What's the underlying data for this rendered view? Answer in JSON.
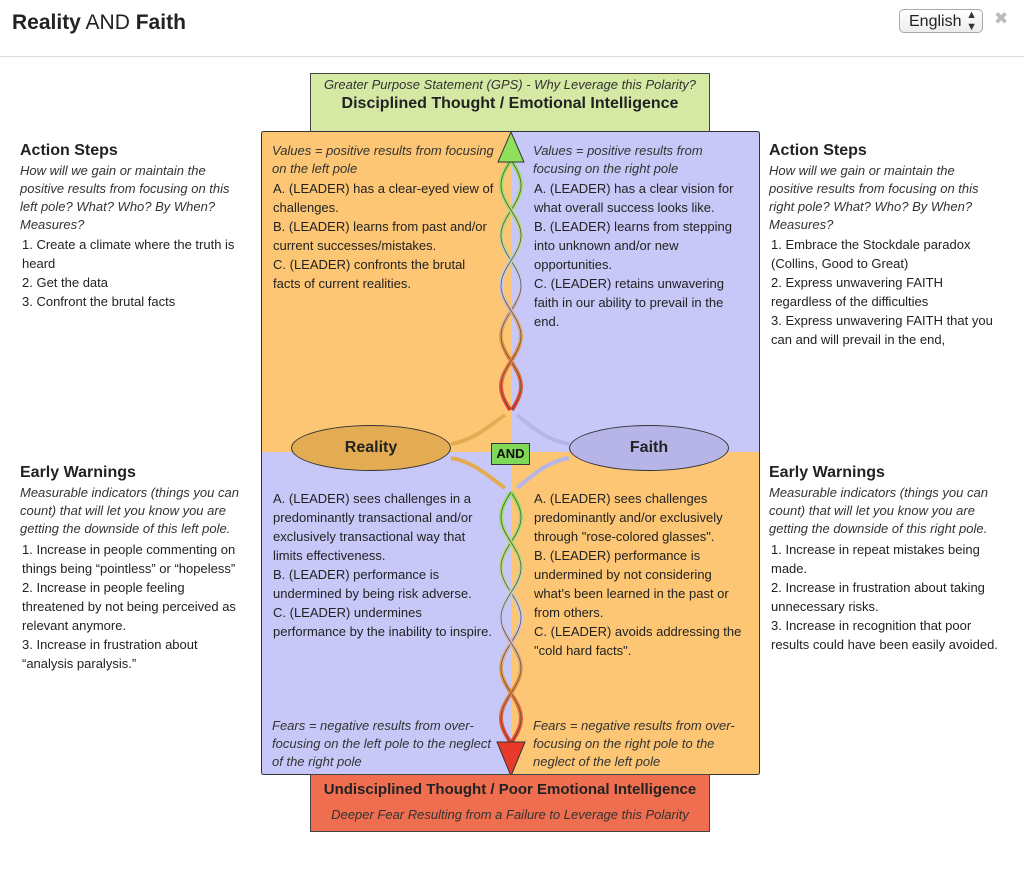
{
  "app": {
    "title_part1": "Reality",
    "title_joiner": " AND ",
    "title_part2": "Faith",
    "language": "English",
    "close_symbol": "✖"
  },
  "gps": {
    "label": "Greater Purpose Statement (GPS) - Why Leverage this Polarity?",
    "goal": "Disciplined Thought / Emotional Intelligence"
  },
  "deeper_fear": {
    "goal": "Undisciplined Thought / Poor Emotional Intelligence",
    "label": "Deeper Fear Resulting from a Failure to Leverage this Polarity"
  },
  "poles": {
    "left": "Reality",
    "right": "Faith",
    "connector": "AND"
  },
  "quadrants": {
    "upper_left": {
      "heading": "Values = positive results from focusing on the left pole",
      "items": [
        "A. (LEADER) has a clear-eyed view of challenges.",
        "B. (LEADER) learns from past and/or current successes/mistakes.",
        "C. (LEADER) confronts the brutal facts of current realities."
      ]
    },
    "upper_right": {
      "heading": "Values = positive results from focusing on the right pole",
      "items": [
        "A. (LEADER)  has a clear vision for what overall success looks like.",
        "B. (LEADER) learns from stepping into unknown and/or new opportunities.",
        "C. (LEADER) retains unwavering faith in our ability to prevail in the end."
      ]
    },
    "lower_left": {
      "items": [
        "A. (LEADER) sees challenges in a predominantly transactional and/or exclusively transactional way that limits effectiveness.",
        "B. (LEADER) performance is undermined by being risk adverse.",
        "C. (LEADER) undermines performance by the inability to inspire."
      ],
      "footer": "Fears = negative results from over-focusing on the left pole to the neglect of the right pole"
    },
    "lower_right": {
      "items": [
        "A. (LEADER) sees challenges predominantly and/or exclusively through \"rose-colored glasses\".",
        "B. (LEADER) performance is undermined by not considering what's been learned in the past or from others.",
        "C. (LEADER) avoids addressing the \"cold hard facts\"."
      ],
      "footer": "Fears = negative results from over-focusing on the right pole to the neglect of the left pole"
    }
  },
  "left_side": {
    "action_steps": {
      "title": "Action Steps",
      "question": "How will we gain or maintain the positive results from focusing on this left pole? What? Who? By When? Measures?",
      "items": [
        "1. Create a climate where the truth is heard",
        "2. Get the data",
        "3. Confront the brutal facts"
      ]
    },
    "early_warnings": {
      "title": "Early Warnings",
      "question": "Measurable indicators (things you can count) that will let you know you are getting the downside of this left pole.",
      "items": [
        "1. Increase in people commenting on things being “pointless” or “hopeless”",
        "2. Increase in people feeling threatened by not being perceived as relevant anymore.",
        "3. Increase in frustration about “analysis paralysis.”"
      ]
    }
  },
  "right_side": {
    "action_steps": {
      "title": "Action Steps",
      "question": "How will we gain or maintain the positive results from focusing on this right pole? What? Who? By When? Measures?",
      "items": [
        "1. Embrace the Stockdale  paradox (Collins, Good to Great)",
        "2. Express unwavering FAITH regardless of the difficulties",
        "3. Express unwavering FAITH that you can and will prevail in the end,"
      ]
    },
    "early_warnings": {
      "title": "Early Warnings",
      "question": "Measurable indicators (things you can count) that will let you know you are getting the downside of this right pole.",
      "items": [
        "1. Increase in repeat mistakes being made.",
        "2. Increase in frustration about taking unnecessary risks.",
        "3. Increase in recognition that poor results could have been easily avoided."
      ]
    }
  },
  "colors": {
    "gps_green": "#d5e9a4",
    "fear_red": "#ee6e4f",
    "left_value_orange": "#fdc674",
    "right_value_lavender": "#c8c8f8",
    "left_pole": "#e3ac53",
    "right_pole": "#b7b5e8",
    "and_green": "#7fd857"
  }
}
